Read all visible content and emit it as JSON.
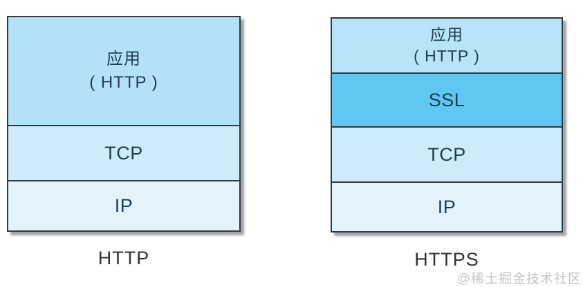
{
  "diagram": {
    "title_visible": false,
    "colors": {
      "border": "#2e3a44",
      "layer_text": "#1e3c55",
      "caption_text": "#333333",
      "watermark_text": "#c4c5c7",
      "ssl_accent": "#5fc7f1"
    },
    "stacks": [
      {
        "id": "http-stack",
        "caption": "HTTP",
        "layers": [
          {
            "label_line1": "应用",
            "label_line2": "( HTTP )",
            "color": "#b3e2f8"
          },
          {
            "label": "TCP",
            "color": "#cdebf8"
          },
          {
            "label": "IP",
            "color": "#e2f3fc"
          }
        ]
      },
      {
        "id": "https-stack",
        "caption": "HTTPS",
        "layers": [
          {
            "label_line1": "应用",
            "label_line2": "( HTTP )",
            "color": "#b7e4f8"
          },
          {
            "label": "SSL",
            "color": "#5fc7f1"
          },
          {
            "label": "TCP",
            "color": "#cdebf8"
          },
          {
            "label": "IP",
            "color": "#e2f3fc"
          }
        ]
      }
    ],
    "watermark": "@稀土掘金技术社区"
  }
}
